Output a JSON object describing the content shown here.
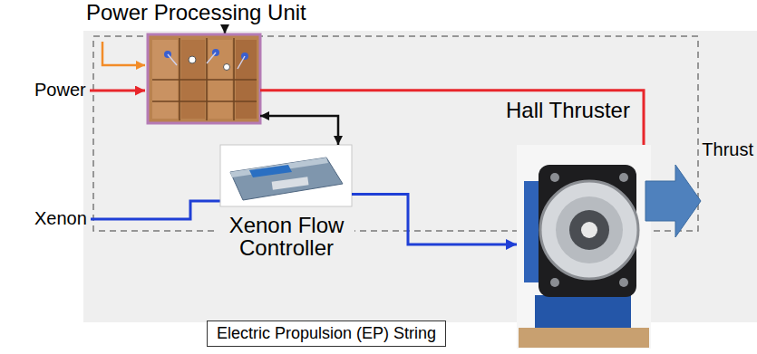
{
  "diagram": {
    "nodes": [
      {
        "text": [
          "Power Processing Unit"
        ]
      },
      {
        "text": [
          "Hall Thruster"
        ]
      },
      {
        "text": [
          "Xenon Flow Controller"
        ]
      },
      {
        "text": [
          "Electric Propulsion (EP) String"
        ]
      }
    ],
    "edges": [
      {
        "from": 0,
        "to": 1,
        "arrow": "none"
      },
      {
        "from": 0,
        "to": 2,
        "arrow": "both"
      },
      {
        "from": 2,
        "to": 1,
        "arrow": "to"
      }
    ],
    "labels": [
      "Power",
      "Xenon",
      "Thrust"
    ]
  }
}
